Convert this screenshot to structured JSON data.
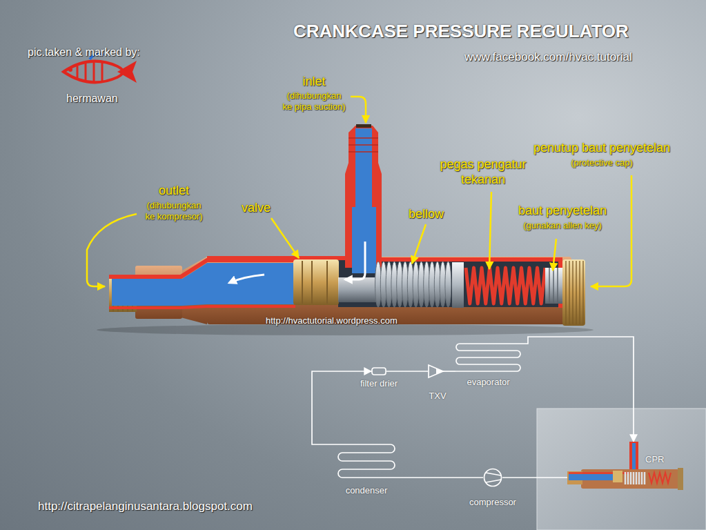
{
  "diagram": {
    "title": "CRANKCASE PRESSURE REGULATOR",
    "nodes": [
      {
        "text": [
          "filter drier"
        ]
      },
      {
        "text": [
          "TXV"
        ]
      },
      {
        "text": [
          "evaporator"
        ]
      },
      {
        "text": [
          "condenser"
        ]
      },
      {
        "text": [
          "compressor"
        ]
      },
      {
        "text": [
          "CPR"
        ]
      }
    ],
    "edges": [
      {
        "from": 3,
        "to": 0,
        "arrow": "to"
      },
      {
        "from": 0,
        "to": 1,
        "arrow": "none"
      },
      {
        "from": 1,
        "to": 2,
        "arrow": "none"
      },
      {
        "from": 2,
        "to": 5,
        "arrow": "to"
      },
      {
        "from": 5,
        "to": 4,
        "arrow": "none"
      },
      {
        "from": 4,
        "to": 3,
        "arrow": "none"
      }
    ],
    "labels": [
      "pic.taken & marked by:",
      "hermawan",
      "www.facebook.com/hvac.tutorial",
      "inlet",
      "(dihubungkan ke pipa suction)",
      "outlet",
      "(dihubungkan ke kompresor)",
      "valve",
      "bellow",
      "pegas pengatur tekanan",
      "penutup baut penyetelan",
      "(protective cap)",
      "baut penyetelan",
      "(gunakan allen key)",
      "http://hvactutorial.wordpress.com",
      "http://citrapelanginusantara.blogspot.com"
    ]
  }
}
